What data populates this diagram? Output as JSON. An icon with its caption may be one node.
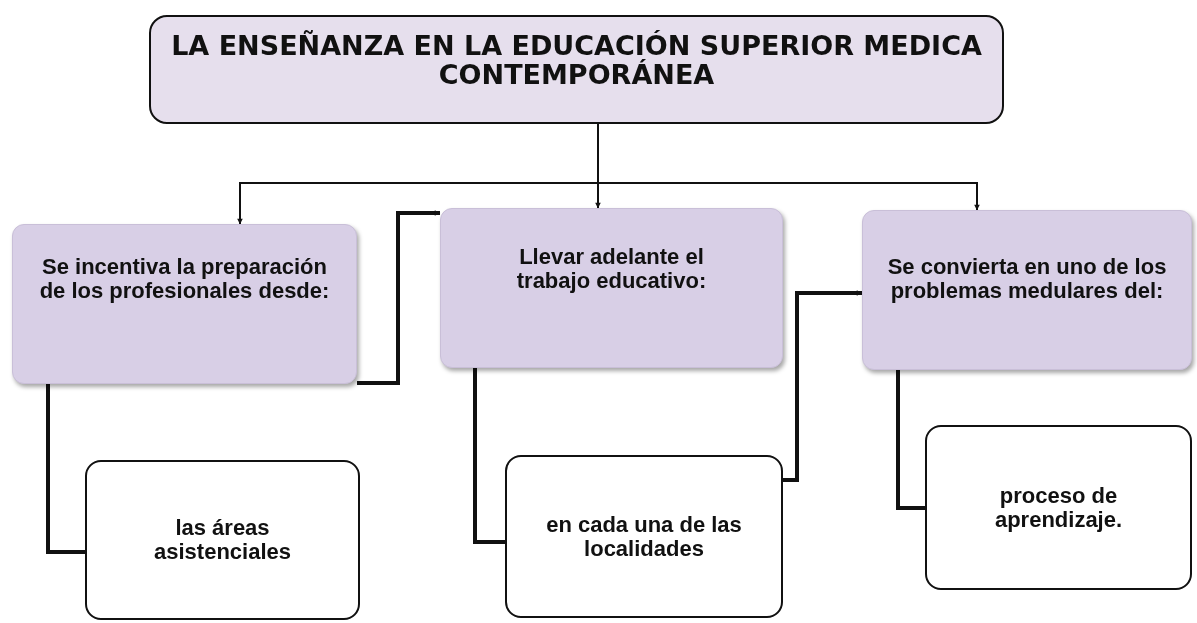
{
  "diagram": {
    "nodes": [
      {
        "text": [
          "LA ENSEÑANZA EN LA  EDUCACIÓN SUPERIOR MEDICA CONTEMPORÁNEA"
        ]
      },
      {
        "text": [
          "Se incentiva la preparación de los profesionales desde:"
        ]
      },
      {
        "text": [
          "Llevar adelante el trabajo educativo:"
        ]
      },
      {
        "text": [
          "Se convierta en uno de los problemas medulares del:"
        ]
      },
      {
        "text": [
          "las áreas asistenciales"
        ]
      },
      {
        "text": [
          "en cada una de las localidades"
        ]
      },
      {
        "text": [
          "proceso  de aprendizaje."
        ]
      }
    ],
    "edges": [
      {
        "from": 0,
        "to": 1,
        "arrow": "to"
      },
      {
        "from": 0,
        "to": 2,
        "arrow": "to"
      },
      {
        "from": 0,
        "to": 3,
        "arrow": "to"
      },
      {
        "from": 1,
        "to": 4,
        "arrow": "none"
      },
      {
        "from": 1,
        "to": 2,
        "arrow": "to"
      },
      {
        "from": 2,
        "to": 5,
        "arrow": "none"
      },
      {
        "from": 5,
        "to": 3,
        "arrow": "to"
      },
      {
        "from": 3,
        "to": 6,
        "arrow": "none"
      }
    ]
  }
}
